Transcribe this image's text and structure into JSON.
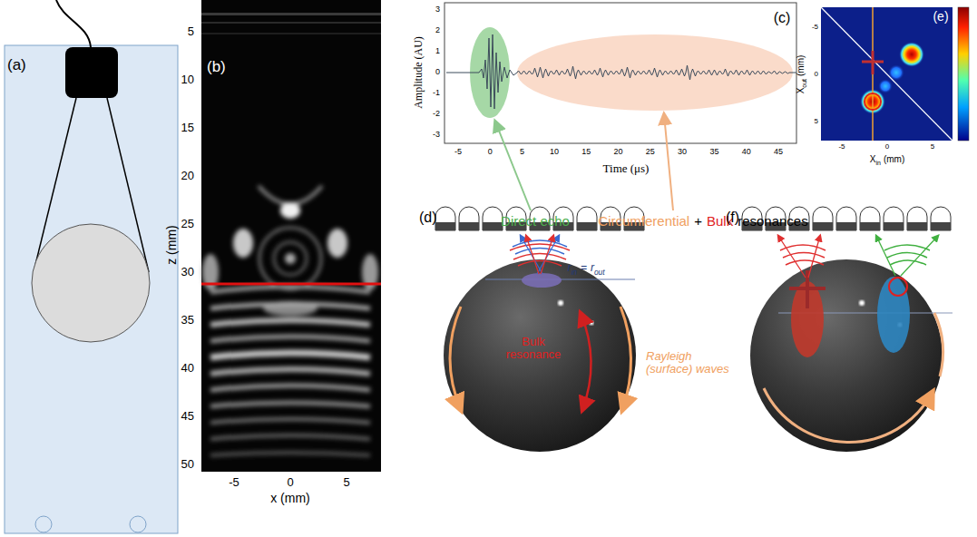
{
  "diagram": {
    "labels": [
      "(a)",
      "(b)",
      "5",
      "10",
      "15",
      "20",
      "25",
      "30",
      "35",
      "40",
      "45",
      "50",
      "z (mm)",
      "-5",
      "0",
      "5",
      "x (mm)",
      "(c)",
      "Amplitude (AU)",
      "3",
      "2",
      "1",
      "0",
      "-1",
      "-2",
      "-3",
      "-5",
      "0",
      "5",
      "10",
      "15",
      "20",
      "25",
      "30",
      "35",
      "40",
      "45",
      "Time (μs)",
      "(e)",
      "X",
      "out",
      "(mm)",
      "X",
      "in",
      "(mm)",
      "-5",
      "0",
      "5",
      "-5",
      "0",
      "5",
      "Direct echo",
      "Circumferential",
      "+",
      "Bulk",
      "resonances",
      "(d)",
      "r",
      "in",
      "=",
      "r",
      "out",
      "Bulk resonance",
      "Rayleigh (surface) waves",
      "(f)"
    ]
  }
}
